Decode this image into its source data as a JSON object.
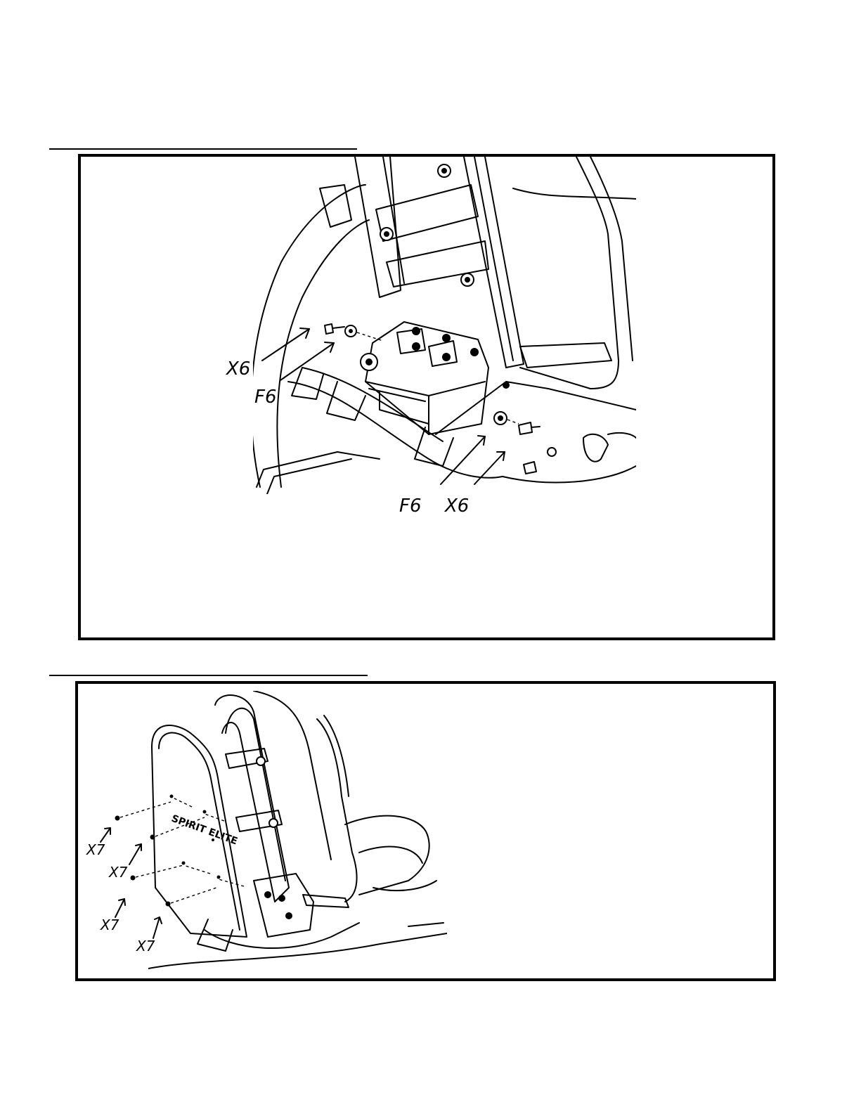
{
  "step1": {
    "callouts": {
      "x6_left": "X6",
      "f6_left": "F6",
      "f6_bottom": "F6",
      "x6_bottom": "X6"
    }
  },
  "step2": {
    "callouts": {
      "x7_1": "X7",
      "x7_2": "X7",
      "x7_3": "X7",
      "x7_4": "X7"
    },
    "logo_text": "SPIRIT ELITE"
  }
}
